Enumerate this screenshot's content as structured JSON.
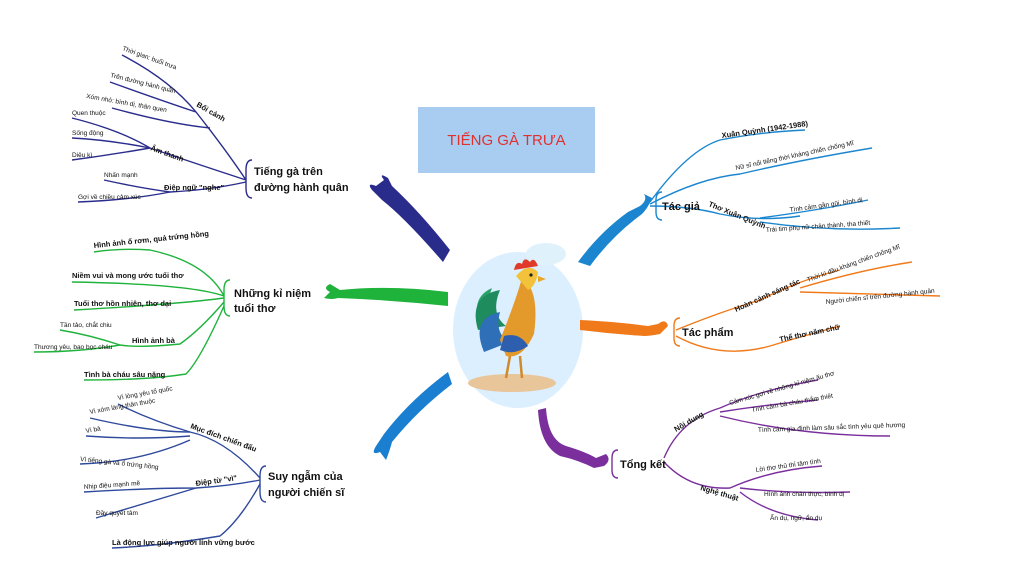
{
  "title": "TIẾNG GÀ TRƯA",
  "colors": {
    "title_bg": "#a9cdf0",
    "title_text": "#e0312f",
    "left_top": "#2a2c8c",
    "left_mid": "#1fb33c",
    "left_bottom": "#1a7fd0",
    "right_top": "#1b86cf",
    "right_mid": "#f07a1a",
    "right_bottom": "#7a2f9c"
  },
  "branches": {
    "left_top": {
      "label_1": "Tiếng gà trên",
      "label_2": "đường hành quân",
      "sub1": "Bối cảnh",
      "sub1_a": "Thời gian: buổi trưa",
      "sub1_b": "Trên đường hành quân",
      "sub1_c": "Xóm nhỏ: bình dị, thân quen",
      "sub2": "Âm thanh",
      "sub2_a": "Quen thuộc",
      "sub2_b": "Sống động",
      "sub2_c": "Diệu kì",
      "sub3": "Điệp ngữ \"nghe\"",
      "sub3_a": "Nhấn mạnh",
      "sub3_b": "Gợi về chiều cảm xúc"
    },
    "left_mid": {
      "label_1": "Những kỉ niệm",
      "label_2": "tuổi thơ",
      "item1": "Hình ảnh ổ rơm, quả trứng hồng",
      "item2": "Niềm vui và mong ước tuổi thơ",
      "item3": "Tuổi thơ hồn nhiên, thơ dại",
      "sub": "Hình ảnh bà",
      "sub_a": "Tần tảo, chắt chiu",
      "sub_b": "Thương yêu, bao bọc cháu",
      "item4": "Tình bà cháu sâu nặng"
    },
    "left_bottom": {
      "label_1": "Suy ngẫm của",
      "label_2": "người chiến sĩ",
      "sub1": "Mục đích chiến đấu",
      "sub1_a": "Vì lòng yêu tổ quốc",
      "sub1_b": "Vì xóm làng thân thuộc",
      "sub1_c": "Vì bà",
      "sub1_d": "Vì tiếng gà và ổ trứng hồng",
      "sub2": "Điệp từ \"vì\"",
      "sub2_a": "Nhịp điệu mạnh mẽ",
      "sub2_b": "Đầy quyết tâm",
      "item": "Là động lực giúp người lính vững bước"
    },
    "right_top": {
      "label": "Tác giả",
      "sub1": "Xuân Quỳnh (1942-1988)",
      "sub2": "Nữ sĩ nổi tiếng thời kháng chiến chống Mĩ",
      "sub3": "Thơ Xuân Quỳnh",
      "sub3_a": "Tình cảm gần gũi, bình dị",
      "sub3_b": "Trái tim phụ nữ chân thành, tha thiết"
    },
    "right_mid": {
      "label": "Tác phẩm",
      "sub1": "Hoàn cảnh sáng tác",
      "sub1_a": "Thời kì đầu kháng chiến chống Mĩ",
      "sub1_b": "Người chiến sĩ trên đường hành quân",
      "sub2": "Thể thơ năm chữ"
    },
    "right_bottom": {
      "label": "Tổng kết",
      "sub1": "Nội dung",
      "sub1_a": "Cảm xúc gợi về những kỉ niệm ấu thơ",
      "sub1_b": "Tình cảm bà cháu thắm thiết",
      "sub1_c": "Tình cảm gia đình làm sâu sắc tình yêu quê hương",
      "sub2": "Nghệ thuật",
      "sub2_a": "Lời thơ thủ thỉ tâm tình",
      "sub2_b": "Hình ảnh chân thực, bình dị",
      "sub2_c": "Ẩn dụ, ngữ, ẩn dụ"
    }
  }
}
